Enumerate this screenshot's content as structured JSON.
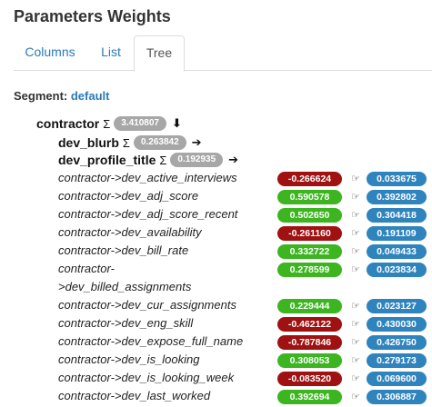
{
  "title": "Parameters Weights",
  "tabs": [
    {
      "label": "Columns"
    },
    {
      "label": "List"
    },
    {
      "label": "Tree"
    }
  ],
  "segment": {
    "label": "Segment:",
    "value": "default"
  },
  "tree": {
    "root": {
      "name": "contractor",
      "sum": "3.410807",
      "arrow": "down-arrow-icon"
    },
    "children": [
      {
        "name": "dev_blurb",
        "sum": "0.263842",
        "arrow": "right-arrow-icon"
      },
      {
        "name": "dev_profile_title",
        "sum": "0.192935",
        "arrow": "right-arrow-icon"
      }
    ],
    "sigma_symbol": "Σ",
    "rows": [
      {
        "label": "contractor->dev_active_interviews",
        "value": "-0.266624",
        "sign": "negative",
        "weight": "0.033675"
      },
      {
        "label": "contractor->dev_adj_score",
        "value": "0.590578",
        "sign": "positive",
        "weight": "0.392802"
      },
      {
        "label": "contractor->dev_adj_score_recent",
        "value": "0.502650",
        "sign": "positive",
        "weight": "0.304418"
      },
      {
        "label": "contractor->dev_availability",
        "value": "-0.261160",
        "sign": "negative",
        "weight": "0.191109"
      },
      {
        "label": "contractor->dev_bill_rate",
        "value": "0.332722",
        "sign": "positive",
        "weight": "0.049433"
      },
      {
        "label_line1": "contractor-",
        "label_line2": ">dev_billed_assignments",
        "value": "0.278599",
        "sign": "positive",
        "weight": "0.023834"
      },
      {
        "label": "contractor->dev_cur_assignments",
        "value": "0.229444",
        "sign": "positive",
        "weight": "0.023127"
      },
      {
        "label": "contractor->dev_eng_skill",
        "value": "-0.462122",
        "sign": "negative",
        "weight": "0.430030"
      },
      {
        "label": "contractor->dev_expose_full_name",
        "value": "-0.787846",
        "sign": "negative",
        "weight": "0.426750"
      },
      {
        "label": "contractor->dev_is_looking",
        "value": "0.308053",
        "sign": "positive",
        "weight": "0.279173"
      },
      {
        "label": "contractor->dev_is_looking_week",
        "value": "-0.083520",
        "sign": "negative",
        "weight": "0.069600"
      },
      {
        "label": "contractor->dev_last_worked",
        "value": "0.392694",
        "sign": "positive",
        "weight": "0.306887"
      }
    ],
    "hand_icon": "pointing-hand-icon"
  },
  "colors": {
    "positive": "#3cb521",
    "negative": "#a01111",
    "weight_badge": "#2f84be",
    "sum_badge": "#a7a7a7",
    "link": "#2a7ab8"
  }
}
